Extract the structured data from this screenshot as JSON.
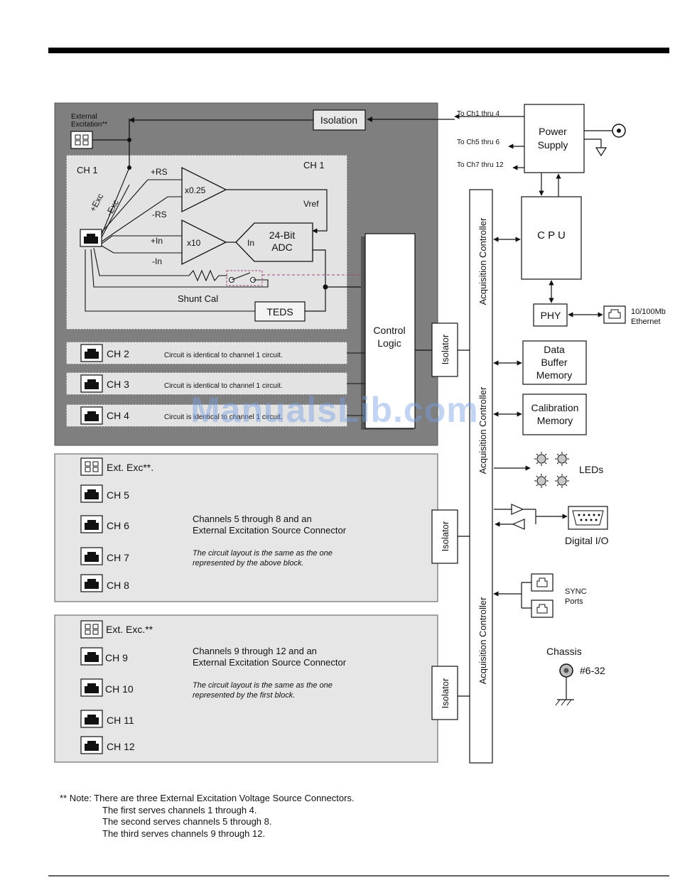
{
  "colors": {
    "block1_bg": "#7f7f7f",
    "ch1_bg": "#e3e3e3",
    "block_bg": "#e6e6e6",
    "line": "#111111",
    "shunt_dash": "#9a4a7a",
    "watermark": "#7aa0e0"
  },
  "block1": {
    "ext_exc_label": "External\nExcitation**",
    "isolation": "Isolation",
    "ch1_left": "CH 1",
    "ch1_right": "CH 1",
    "plus_rs": "+RS",
    "minus_rs": "-RS",
    "plus_exc": "+Exc",
    "minus_exc": "-Exc",
    "amp1": "x0.25",
    "amp2": "x10",
    "plus_in": "+In",
    "minus_in": "-In",
    "vref": "Vref",
    "adc_in": "In",
    "adc": "24-Bit\nADC",
    "shunt_cal": "Shunt Cal",
    "teds": "TEDS",
    "control_logic": "Control\nLogic",
    "isolator": "Isolator",
    "rows": [
      {
        "ch": "CH 2",
        "text": "Circuit is identical to channel 1 circuit."
      },
      {
        "ch": "CH 3",
        "text": "Circuit is identical to channel 1 circuit."
      },
      {
        "ch": "CH 4",
        "text": "Circuit is identical to channel 1 circuit."
      }
    ]
  },
  "block2": {
    "ext_exc": "Ext. Exc**.",
    "channels": [
      "CH 5",
      "CH 6",
      "CH 7",
      "CH 8"
    ],
    "desc": "Channels 5 through 8 and an\nExternal Excitation Source Connector",
    "italic": "The circuit layout is the same as the one\nrepresented by the above block.",
    "isolator": "Isolator"
  },
  "block3": {
    "ext_exc": "Ext. Exc.**",
    "channels": [
      "CH 9",
      "CH 10",
      "CH 11",
      "CH 12"
    ],
    "desc": "Channels 9 through 12 and an\nExternal Excitation Source Connector",
    "italic": "The circuit layout is the same as the one\nrepresented by the first block.",
    "isolator": "Isolator"
  },
  "right": {
    "acq_labels": [
      "Acquisition Controller",
      "Acquisition Controller",
      "Acquisition Controller"
    ],
    "power_supply": "Power\nSupply",
    "to_ch1": "To Ch1 thru 4",
    "to_ch5": "To Ch5 thru 6",
    "to_ch7": "To Ch7 thru 12",
    "cpu": "C P U",
    "phy": "PHY",
    "ethernet": "10/100Mb\nEthernet",
    "data_buffer": "Data\nBuffer\nMemory",
    "calibration": "Calibration\nMemory",
    "leds": "LEDs",
    "digital_io": "Digital I/O",
    "sync": "SYNC\nPorts",
    "chassis": "Chassis",
    "screw": "#6-32"
  },
  "note": {
    "line1": "** Note:  There are three External Excitation Voltage Source Connectors.",
    "line2": "The first serves channels 1 through 4.",
    "line3": "The second serves channels 5 through 8.",
    "line4": "The third serves channels 9 through 12."
  },
  "watermark": "ManualsLib.com"
}
